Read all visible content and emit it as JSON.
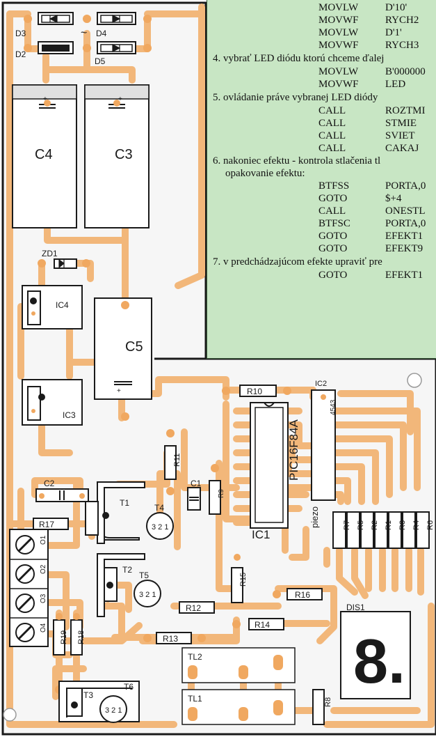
{
  "colors": {
    "board": "#f6f6f6",
    "trace": "#f2b77a",
    "trace_dark": "#e0984f",
    "pad": "#f0a860",
    "ink": "#1a1a1a",
    "note_bg": "#c8e6c4"
  },
  "code_box": {
    "lines_a": [
      {
        "op": "MOVLW",
        "arg": "D'10'"
      },
      {
        "op": "MOVWF",
        "arg": "RYCH2"
      },
      {
        "op": "MOVLW",
        "arg": "D'1'"
      },
      {
        "op": "MOVWF",
        "arg": "RYCH3"
      }
    ],
    "step4": "4.  vybrať LED diódu ktorú chceme ďalej",
    "lines_b": [
      {
        "op": "MOVLW",
        "arg": "B'000000"
      },
      {
        "op": "MOVWF",
        "arg": "LED"
      }
    ],
    "step5": "5.  ovládanie práve vybranej LED diódy",
    "lines_c": [
      {
        "op": "CALL",
        "arg": "ROZTMI"
      },
      {
        "op": "CALL",
        "arg": "STMIE"
      },
      {
        "op": "CALL",
        "arg": "SVIET"
      },
      {
        "op": "CALL",
        "arg": "CAKAJ"
      }
    ],
    "step6": "6.  nakoniec efektu - kontrola stlačenia tl",
    "step6_cont": "opakovanie efektu:",
    "lines_d": [
      {
        "op": "BTFSS",
        "arg": "PORTA,0"
      },
      {
        "op": "GOTO",
        "arg": "$+4"
      },
      {
        "op": "CALL",
        "arg": "ONESTL"
      },
      {
        "op": "BTFSC",
        "arg": "PORTA,0"
      },
      {
        "op": "GOTO",
        "arg": "EFEKT1"
      },
      {
        "op": "GOTO",
        "arg": "EFEKT9"
      }
    ],
    "step7": "7.  v predchádzajúcom efekte upraviť pre",
    "lines_e": [
      {
        "op": "GOTO",
        "arg": "EFEKT1"
      }
    ]
  },
  "components": {
    "d3": "D3",
    "d4": "D4",
    "d2": "D2",
    "d5": "D5",
    "tilde": "~",
    "c4": "C4",
    "c3": "C3",
    "c5": "C5",
    "c2": "C2",
    "c1": "C1",
    "zd1": "ZD1",
    "ic4": "IC4",
    "ic3": "IC3",
    "ic2": "IC2",
    "ic1": "IC1",
    "ic2_chip": "4543",
    "ic1_chip": "PIC16F84A",
    "r10": "R10",
    "r11": "R11",
    "r9": "R9",
    "r17": "R17",
    "r15": "R15",
    "r16": "R16",
    "r12": "R12",
    "r14": "R14",
    "r13": "R13",
    "r19": "R19",
    "r18": "R18",
    "r8": "R8",
    "r7": "R7",
    "r5": "R5",
    "r2": "R2",
    "r1": "R1",
    "r3": "R3",
    "r4": "R4",
    "r6": "R6",
    "t1": "T1",
    "t2": "T2",
    "t3": "T3",
    "t4": "T4",
    "t5": "T5",
    "t6": "T6",
    "pinout": "3 2 1",
    "tl1": "TL1",
    "tl2": "TL2",
    "dis1": "DIS1",
    "piezo": "piezo",
    "o1": "O1",
    "o2": "O2",
    "o3": "O3",
    "o4": "O4",
    "plus": "+",
    "display_digit": "8."
  }
}
